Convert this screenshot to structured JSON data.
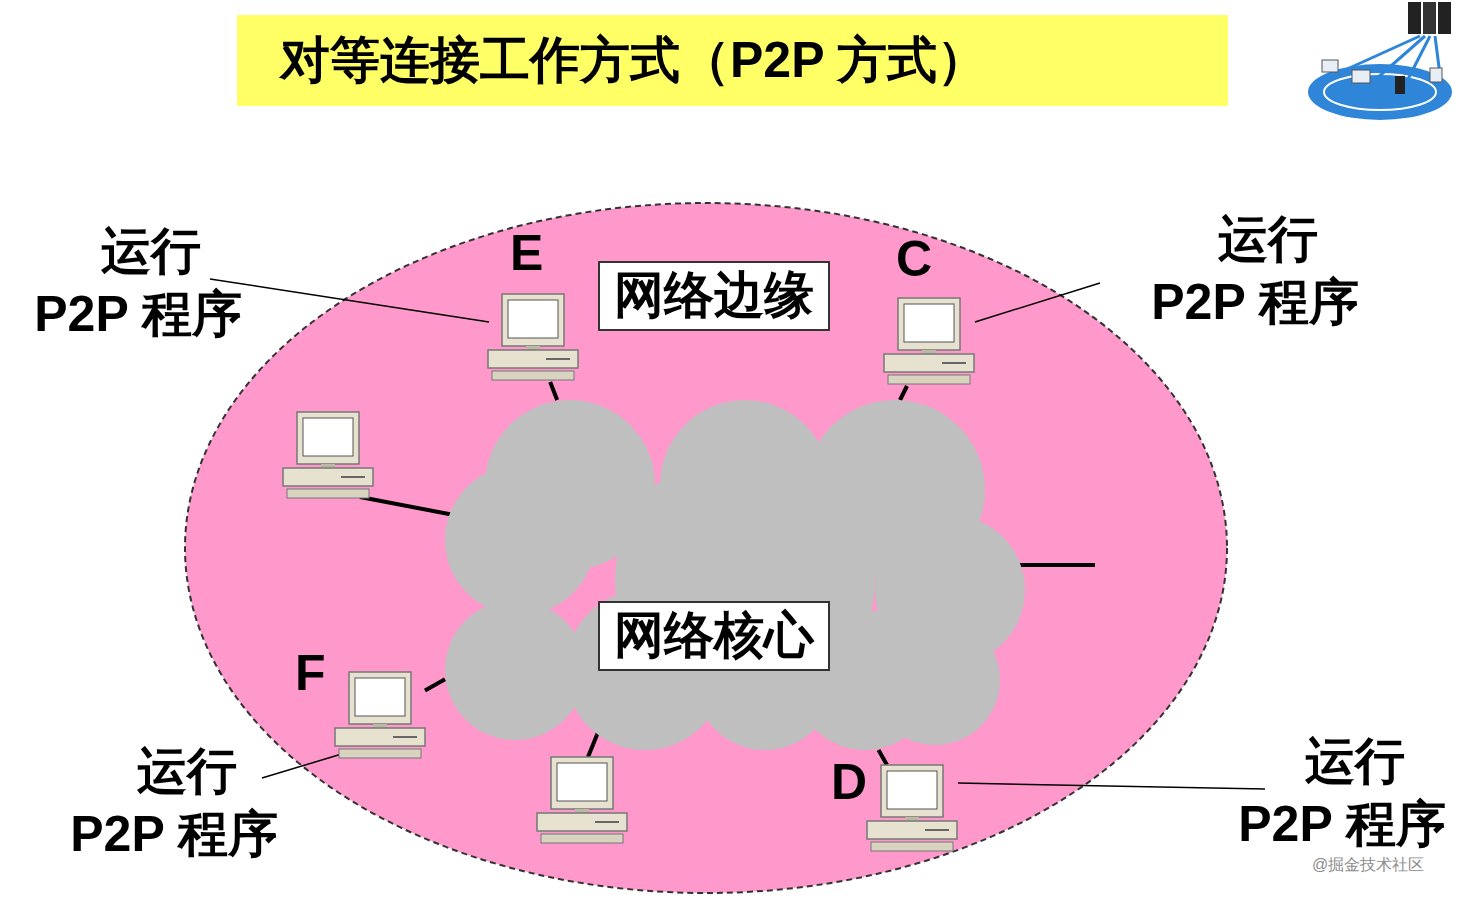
{
  "diagram": {
    "title": "对等连接工作方式（P2P 方式）",
    "nodes": [
      {
        "text": [
          "E"
        ]
      },
      {
        "text": [
          "网络边缘"
        ]
      },
      {
        "text": [
          "C"
        ]
      },
      {
        "text": [
          "网络核心"
        ]
      },
      {
        "text": [
          "F"
        ]
      },
      {
        "text": [
          "D"
        ]
      }
    ],
    "edges": [
      {
        "from": 0,
        "to": 3,
        "arrow": "none"
      },
      {
        "from": 2,
        "to": 3,
        "arrow": "none"
      },
      {
        "from": 4,
        "to": 3,
        "arrow": "none"
      },
      {
        "from": 5,
        "to": 3,
        "arrow": "none"
      }
    ],
    "labels": [
      "运行 P2P 程序",
      "运行 P2P 程序",
      "运行 P2P 程序",
      "运行 P2P 程序",
      "@掘金技术社区"
    ]
  }
}
